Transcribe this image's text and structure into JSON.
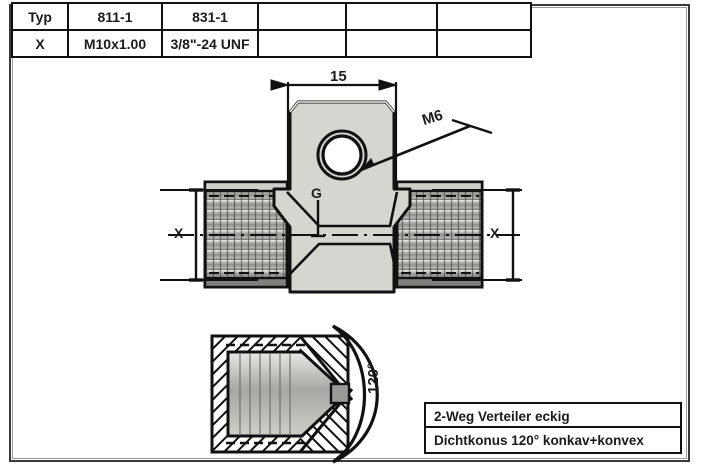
{
  "drawing": {
    "title_not_shown": "",
    "frame": {
      "border_color": "#3a3a3a"
    },
    "body_fill": "#d6d6d0",
    "thread_fill": "#9a9a9a",
    "line_color": "#111111"
  },
  "spec_table": {
    "columns": 6,
    "rows": [
      {
        "cells": [
          "Typ",
          "811-1",
          "831-1",
          "",
          "",
          ""
        ]
      },
      {
        "cells": [
          "X",
          "M10x1.00",
          "3/8\"-24 UNF",
          "",
          "",
          ""
        ]
      }
    ]
  },
  "annotations": {
    "dimension_width": "15",
    "thread_callout": "M6",
    "bore_callout": "G",
    "dim_x_left": "X",
    "dim_x_right": "X",
    "cone_angle": "120°"
  },
  "captions": [
    {
      "text": "2-Weg Verteiler eckig"
    },
    {
      "text": "Dichtkonus 120° konkav+konvex"
    }
  ],
  "views": {
    "top_view_name": "elevation-view",
    "bottom_view_name": "section-view"
  }
}
